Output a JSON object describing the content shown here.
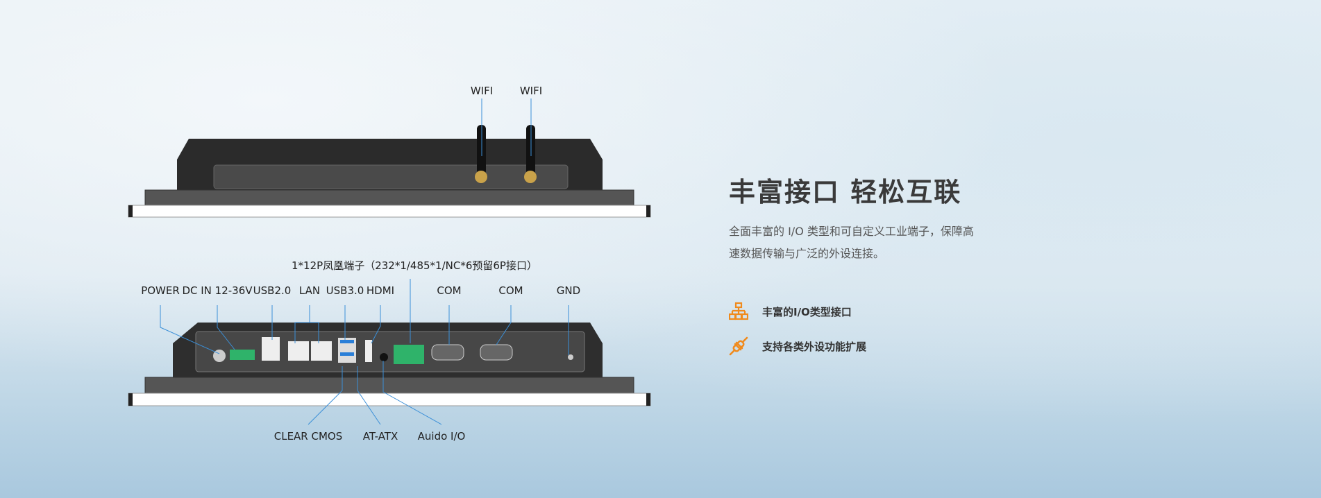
{
  "device_top": {
    "wifi_labels": [
      "WIFI",
      "WIFI"
    ]
  },
  "device_bottom": {
    "top_labels": [
      "POWER",
      "DC IN 12-36V",
      "USB2.0",
      "LAN",
      "USB3.0",
      "HDMI",
      "COM",
      "COM",
      "GND"
    ],
    "terminal_label": "1*12P凤凰端子（232*1/485*1/NC*6预留6P接口）",
    "bottom_labels": [
      "CLEAR CMOS",
      "AT-ATX",
      "Auido I/O"
    ]
  },
  "info": {
    "title": "丰富接口  轻松互联",
    "description": "全面丰富的 I/O 类型和可自定义工业端子，保障高速数据传输与广泛的外设连接。",
    "features": [
      {
        "icon": "network-hierarchy-icon",
        "label": "丰富的I/O类型接口"
      },
      {
        "icon": "plug-icon",
        "label": "支持各类外设功能扩展"
      }
    ],
    "accent_color": "#f08a1c"
  }
}
